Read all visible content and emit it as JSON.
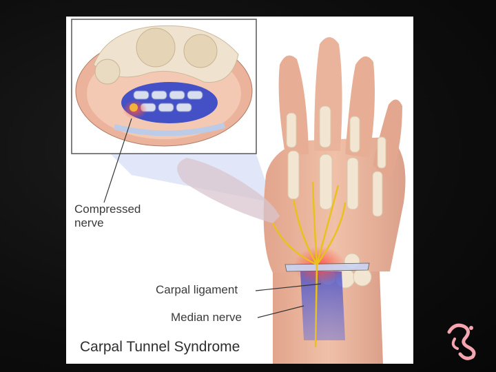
{
  "labels": {
    "compressed_nerve": "Compressed nerve",
    "carpal_ligament": "Carpal ligament",
    "median_nerve": "Median nerve"
  },
  "title": "Carpal Tunnel Syndrome",
  "colors": {
    "background": "#0b0b0b",
    "skin": "#e9b49a",
    "bone": "#efe3cf",
    "nerve": "#e8c21a",
    "tunnel": "#3a46c8",
    "inflamed": "#ff5a4a",
    "logo": "#f5a5b0"
  },
  "logo": {
    "icon": "pink-swirl-logo-icon"
  }
}
